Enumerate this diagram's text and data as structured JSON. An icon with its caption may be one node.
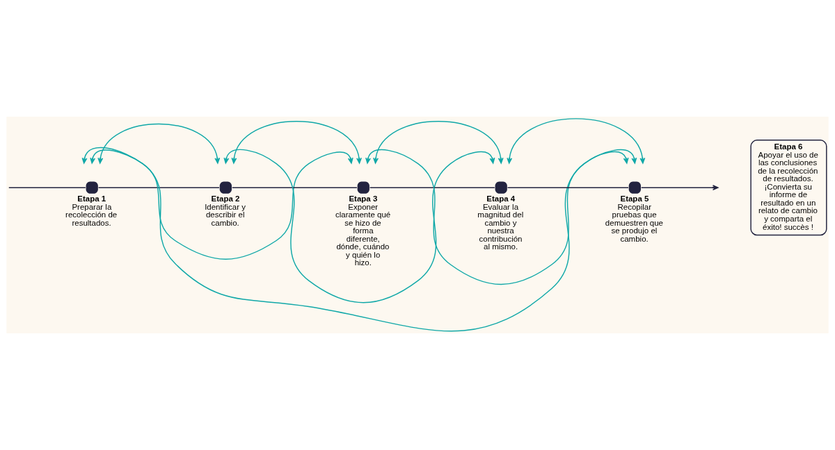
{
  "diagram": {
    "nodes": [
      {
        "text": [],
        "shape": "circle",
        "beside": [
          "Etapa 1",
          "Preparar la recolección de resultados."
        ]
      },
      {
        "text": [],
        "shape": "circle",
        "beside": [
          "Etapa 2",
          "Identificar y describir el cambio."
        ]
      },
      {
        "text": [],
        "shape": "circle",
        "beside": [
          "Etapa 3",
          "Exponer claramente qué se hizo de forma diferente, dónde, cuándo y quién lo hizo."
        ]
      },
      {
        "text": [],
        "shape": "circle",
        "beside": [
          "Etapa 4",
          "Evaluar la magnitud del cambio y nuestra contribución al mismo."
        ]
      },
      {
        "text": [],
        "shape": "circle",
        "beside": [
          "Etapa 5",
          "Recopilar pruebas que demuestren que se produjo el cambio."
        ]
      },
      {
        "text": [
          "Etapa 6",
          "Apoyar el uso de las conclusiones de la recolección de resultados. ¡Convierta su informe de resultado en un relato de cambio y comparta el éxito! succès !"
        ]
      }
    ],
    "edges": [
      {
        "from": null,
        "to": 0,
        "arrow": "none",
        "color": "#22233f"
      },
      {
        "from": 0,
        "to": 1,
        "arrow": "none",
        "color": "#22233f"
      },
      {
        "from": 1,
        "to": 2,
        "arrow": "none",
        "color": "#22233f"
      },
      {
        "from": 2,
        "to": 3,
        "arrow": "none",
        "color": "#22233f"
      },
      {
        "from": 3,
        "to": 4,
        "arrow": "none",
        "color": "#22233f"
      },
      {
        "from": 4,
        "to": null,
        "arrow": "to",
        "color": "#22233f"
      },
      {
        "from": 0,
        "to": 4,
        "arrow": "both"
      },
      {
        "from": 1,
        "to": 3,
        "arrow": "both"
      },
      {
        "from": 0,
        "to": 2,
        "arrow": "both"
      },
      {
        "from": 2,
        "to": 4,
        "arrow": "both"
      },
      {
        "from": 0,
        "to": 1,
        "arrow": "both"
      },
      {
        "from": 1,
        "to": 2,
        "arrow": "both"
      },
      {
        "from": 2,
        "to": 3,
        "arrow": "both"
      },
      {
        "from": 3,
        "to": 4,
        "arrow": "both"
      }
    ]
  }
}
